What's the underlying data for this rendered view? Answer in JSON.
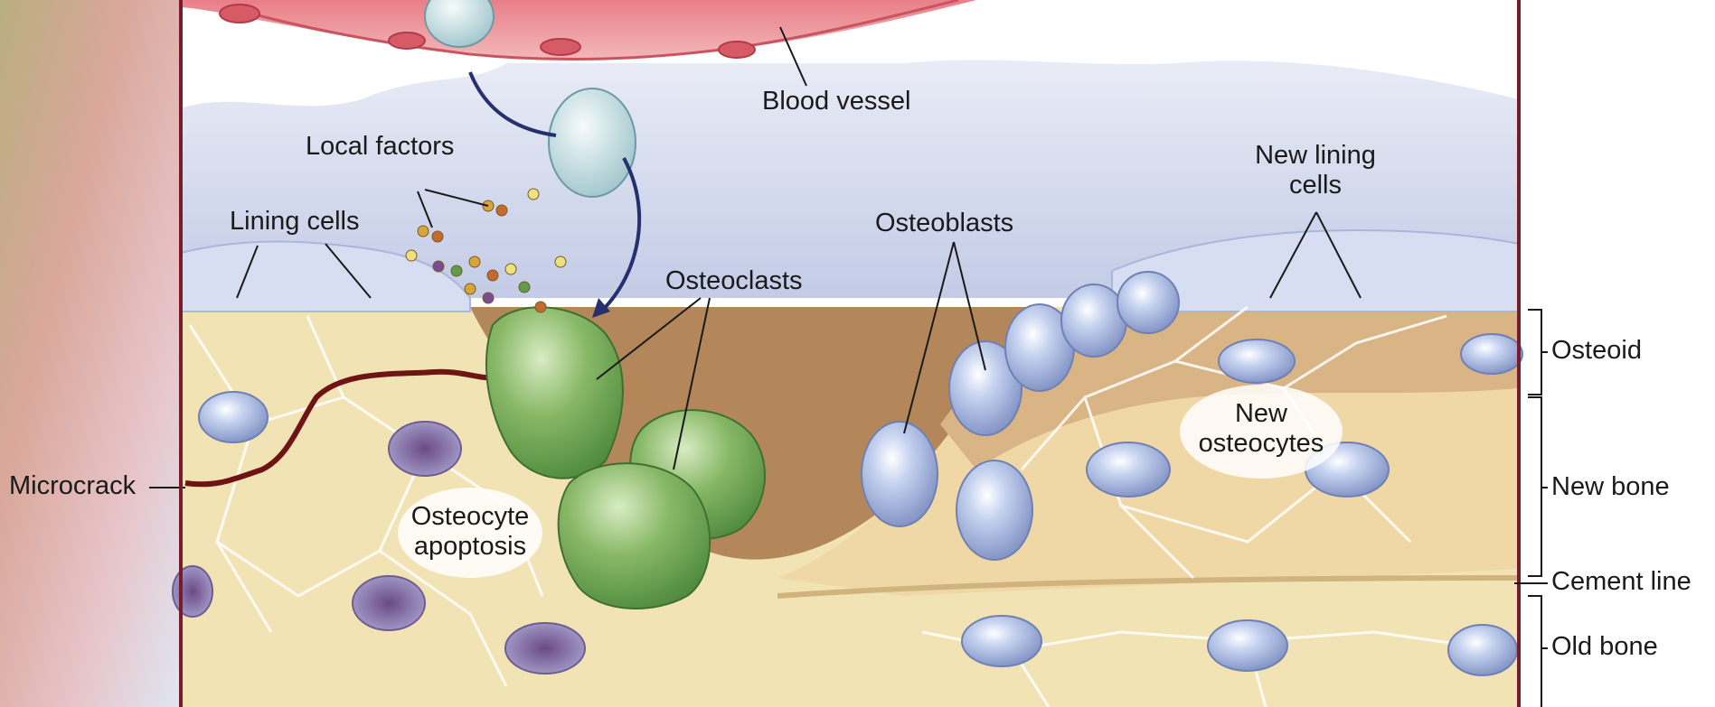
{
  "labels": {
    "blood_vessel": "Blood vessel",
    "local_factors": "Local factors",
    "lining_cells": "Lining cells",
    "osteoclasts": "Osteoclasts",
    "osteoblasts": "Osteoblasts",
    "new_lining_cells": "New lining cells",
    "new_lining_cells_line1": "New lining",
    "new_lining_cells_line2": "cells",
    "microcrack": "Microcrack",
    "osteocyte_apoptosis_line1": "Osteocyte",
    "osteocyte_apoptosis_line2": "apoptosis",
    "new_osteocytes_line1": "New",
    "new_osteocytes_line2": "osteocytes"
  },
  "layers": {
    "osteoid": "Osteoid",
    "new_bone": "New bone",
    "cement_line": "Cement line",
    "old_bone": "Old bone"
  },
  "colors": {
    "marrow": "#c7d0ea",
    "lining_cells": "#d7def2",
    "old_bone": "#f1e3b4",
    "new_bone": "#efd8a6",
    "osteoid": "#d9b485",
    "osteoclast": "#7fae5e",
    "osteocyte": "#b8c8ea",
    "vessel": "#e88c94",
    "microcrack": "#6e1414",
    "frame": "#7a1a2a"
  }
}
